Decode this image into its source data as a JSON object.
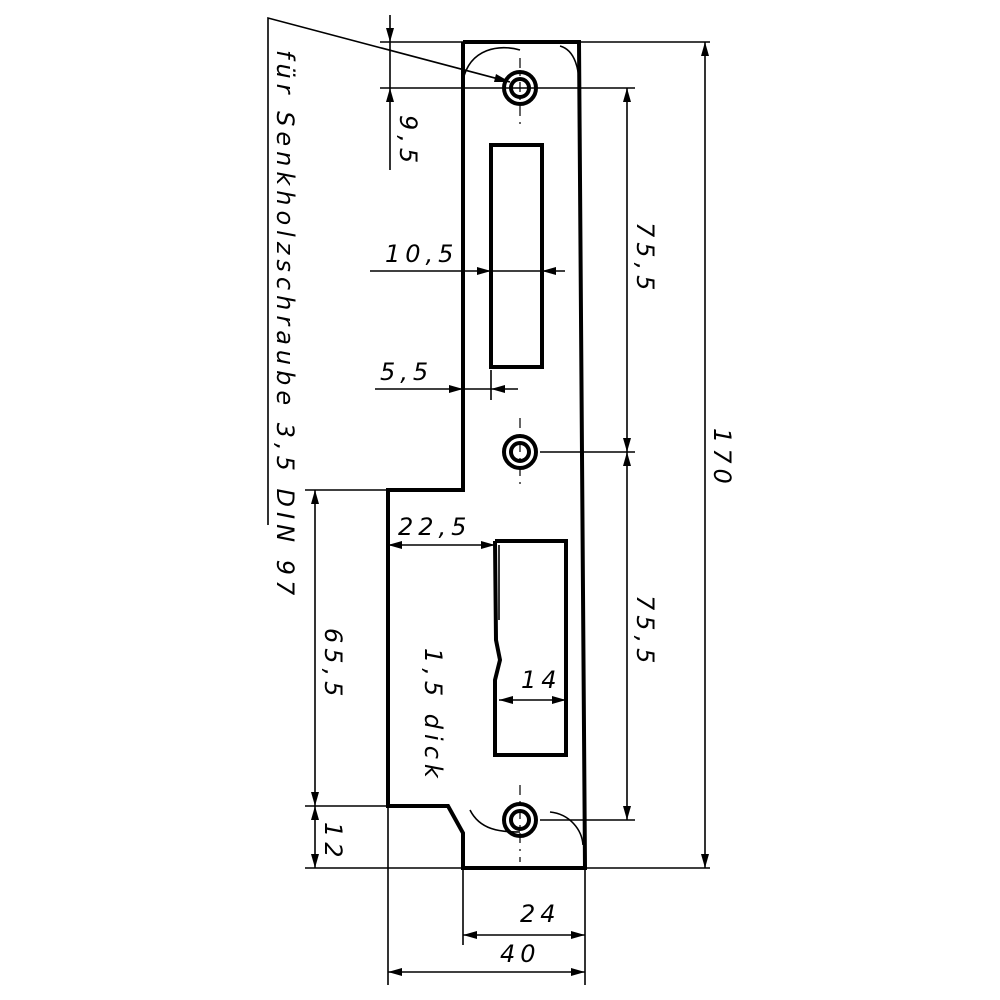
{
  "note": {
    "screw_callout": "für Senkholzschraube 3,5 DIN 97"
  },
  "dimensions": {
    "top_offset": "9,5",
    "slot_offset": "10,5",
    "slot_width": "5,5",
    "hole_pitch_upper": "75,5",
    "hole_pitch_lower": "75,5",
    "overall_length": "170",
    "lower_section_length": "65,5",
    "bottom_offset": "12",
    "latch_offset": "22,5",
    "latch_depth": "14",
    "narrow_width": "24",
    "overall_width": "40"
  },
  "material": {
    "thickness": "1,5 dick"
  }
}
